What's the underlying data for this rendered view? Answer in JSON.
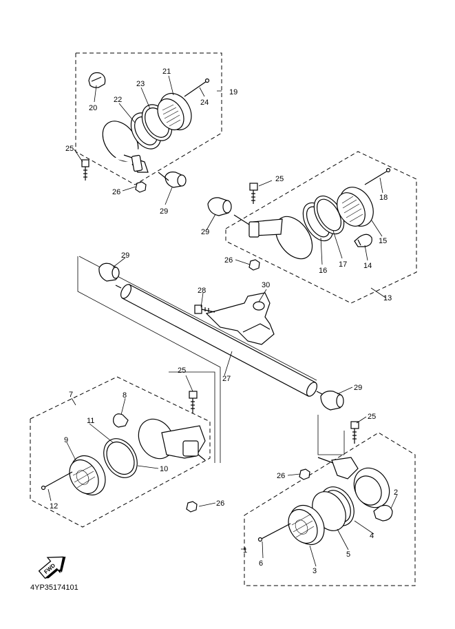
{
  "diagram": {
    "drawing_code": "4YP35174101",
    "fwd_label": "FWD",
    "callouts": {
      "c1": "1",
      "c2": "2",
      "c3": "3",
      "c4": "4",
      "c5": "5",
      "c6": "6",
      "c7": "7",
      "c8": "8",
      "c9": "9",
      "c10": "10",
      "c11": "11",
      "c12": "12",
      "c13": "13",
      "c14": "14",
      "c15": "15",
      "c16": "16",
      "c17": "17",
      "c18": "18",
      "c19": "19",
      "c20": "20",
      "c21": "21",
      "c22": "22",
      "c23": "23",
      "c24": "24",
      "c25a": "25",
      "c25b": "25",
      "c25c": "25",
      "c25d": "25",
      "c26a": "26",
      "c26b": "26",
      "c26c": "26",
      "c26d": "26",
      "c27": "27",
      "c28": "28",
      "c29a": "29",
      "c29b": "29",
      "c29c": "29",
      "c29d": "29",
      "c30": "30"
    }
  }
}
